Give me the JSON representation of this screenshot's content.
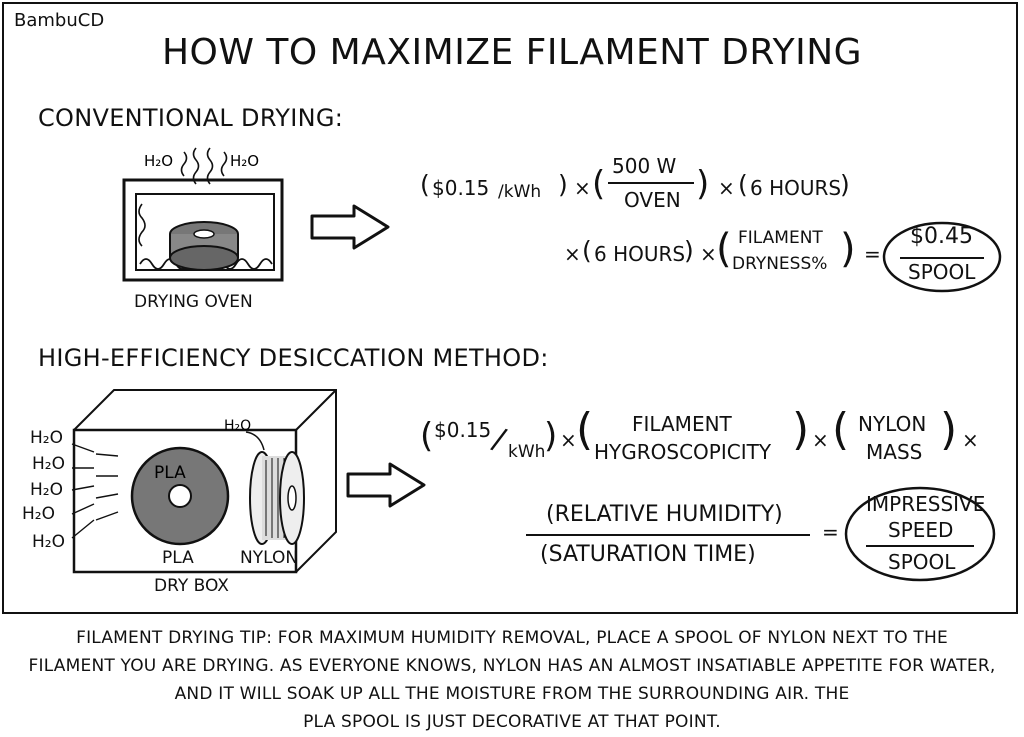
{
  "brand": "BambuCD",
  "title": "HOW TO MAXIMIZE FILAMENT DRYING",
  "conventional": {
    "heading": "CONVENTIONAL DRYING:",
    "water_label": "H₂O",
    "oven_label": "DRYING OVEN",
    "formula": {
      "price": "$0.15",
      "per_kwh": "/kWh",
      "times": "×",
      "oven_num": "500 W",
      "oven_den": "OVEN",
      "hours": "6 HOURS",
      "filament": "FILAMENT",
      "dryness": "DRYNESS%",
      "equals": "=",
      "result_num": "$0.45",
      "result_den": "SPOOL"
    }
  },
  "desiccation": {
    "heading": "HIGH-EFFICIENCY DESICCATION METHOD:",
    "water_label": "H₂O",
    "pla_spool_text": "PLA",
    "pla_label": "PLA",
    "nylon_label": "NYLON",
    "box_label": "DRY BOX",
    "formula": {
      "price": "$0.15",
      "per_kwh": "kWh",
      "times": "×",
      "hyg_num": "FILAMENT",
      "hyg_den": "HYGROSCOPICITY",
      "nylon_num": "NYLON",
      "nylon_den": "MASS",
      "humidity": "(RELATIVE HUMIDITY)",
      "saturation": "(SATURATION TIME)",
      "equals": "=",
      "result_l1": "IMPRESSIVE",
      "result_l2": "SPEED",
      "result_den": "SPOOL"
    }
  },
  "caption": [
    "FILAMENT DRYING TIP: FOR MAXIMUM HUMIDITY REMOVAL, PLACE A SPOOL OF NYLON NEXT TO THE",
    "FILAMENT YOU ARE DRYING. AS EVERYONE KNOWS, NYLON HAS AN ALMOST INSATIABLE APPETITE FOR WATER,",
    "AND IT WILL SOAK UP ALL THE MOISTURE FROM THE SURROUNDING AIR. THE",
    "PLA SPOOL IS JUST DECORATIVE AT THAT POINT."
  ]
}
